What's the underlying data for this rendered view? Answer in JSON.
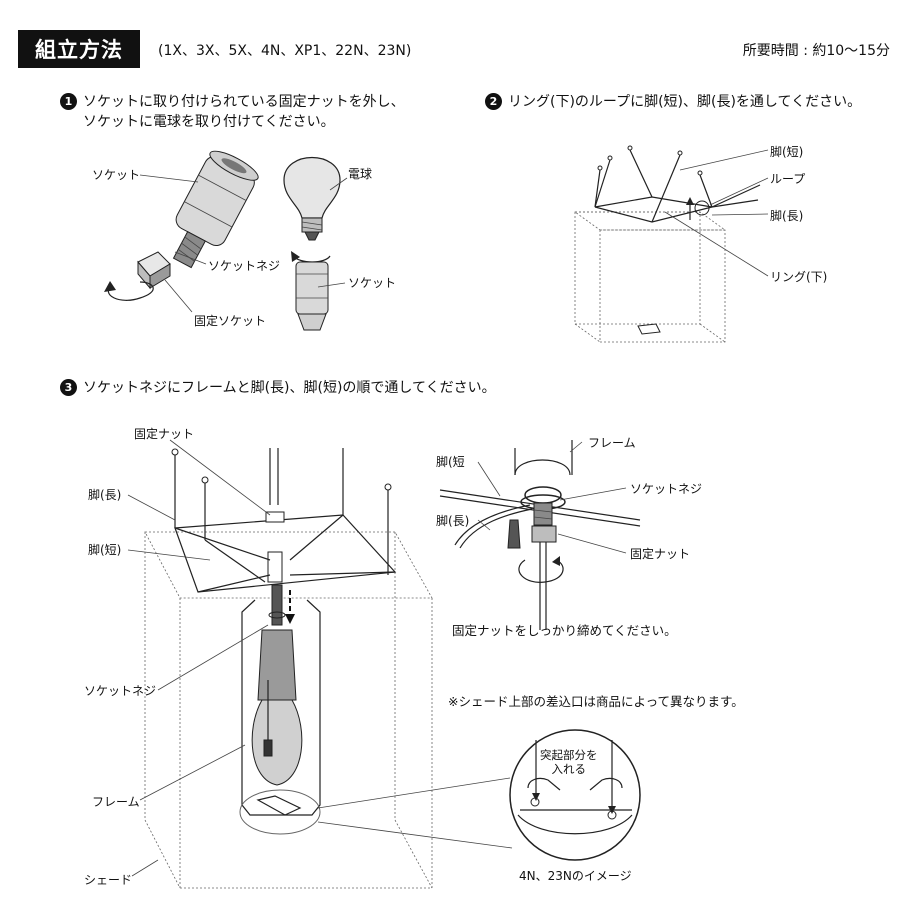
{
  "header": {
    "title": "組立方法",
    "models": "(1X、3X、5X、4N、XP1、22N、23N)",
    "time": "所要時間 : 約10〜15分"
  },
  "steps": [
    {
      "num": "1",
      "line1": "ソケットに取り付けられている固定ナットを外し、",
      "line2": "ソケットに電球を取り付けてください。"
    },
    {
      "num": "2",
      "line1": "リング(下)のループに脚(短)、脚(長)を通してください。"
    },
    {
      "num": "3",
      "line1": "ソケットネジにフレームと脚(長)、脚(短)の順で通してください。"
    }
  ],
  "step1_labels": {
    "socket_a": "ソケット",
    "bulb": "電球",
    "socket_screw": "ソケットネジ",
    "socket_b": "ソケット",
    "fixed_socket": "固定ソケット"
  },
  "step2_labels": {
    "leg_short": "脚(短)",
    "loop": "ループ",
    "leg_long": "脚(長)",
    "ring_lower": "リング(下)"
  },
  "step3_labels": {
    "fixed_nut": "固定ナット",
    "leg_long": "脚(長)",
    "leg_short": "脚(短)",
    "socket_screw": "ソケットネジ",
    "frame": "フレーム",
    "shade": "シェード"
  },
  "detail_labels": {
    "frame": "フレーム",
    "leg_short": "脚(短",
    "socket_screw": "ソケットネジ",
    "leg_long": "脚(長)",
    "fixed_nut": "固定ナット",
    "tighten_note": "固定ナットをしっかり締めてください。"
  },
  "shade_note": "※シェード上部の差込口は商品によって異なります。",
  "zoom": {
    "label_line1": "突起部分を",
    "label_line2": "入れる",
    "caption": "4N、23Nのイメージ"
  }
}
